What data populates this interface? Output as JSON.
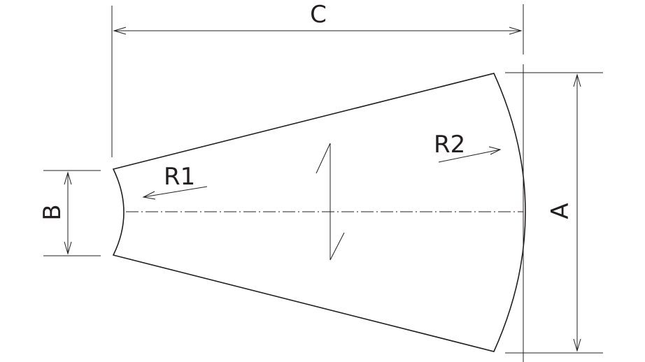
{
  "diagram": {
    "labels": {
      "C": "C",
      "A": "A",
      "B": "B",
      "R1": "R1",
      "R2": "R2"
    }
  }
}
